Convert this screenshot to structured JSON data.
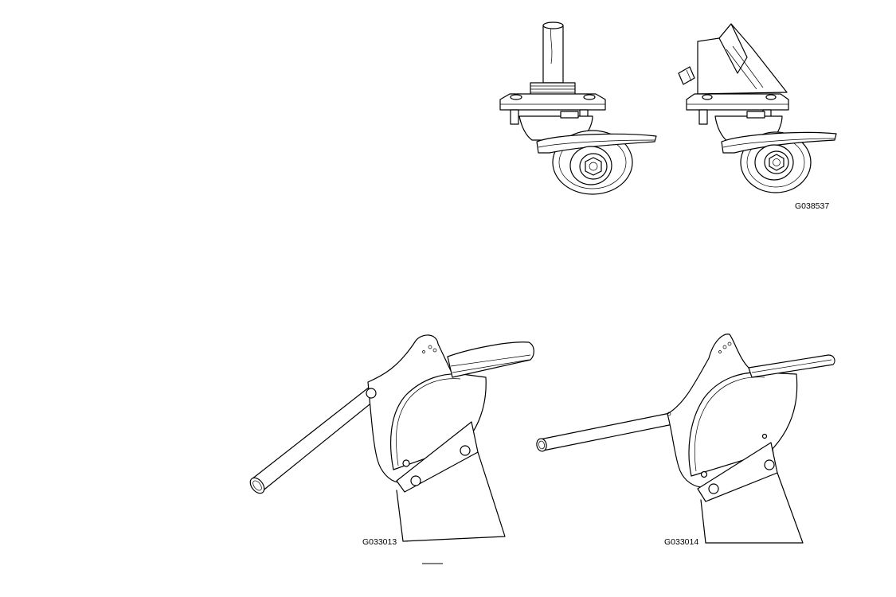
{
  "figures": {
    "casters": {
      "code": "G038537"
    },
    "lever_left": {
      "code": "G033013"
    },
    "lever_right": {
      "code": "G033014"
    }
  }
}
